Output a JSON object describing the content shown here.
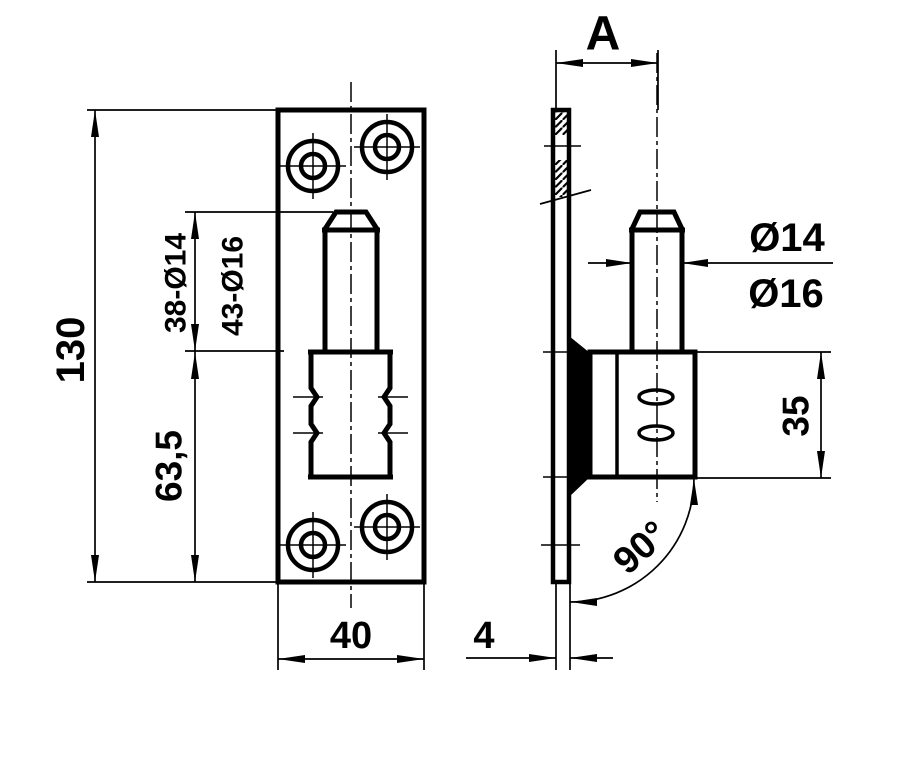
{
  "drawing": {
    "type": "technical-drawing",
    "views": [
      "front-view-plate-with-pin",
      "side-view-section"
    ],
    "colors": {
      "line": "#000000",
      "background": "#ffffff"
    },
    "labels": {
      "height": "130",
      "pin_variant_1": "38-Ø14",
      "pin_variant_2": "43-Ø16",
      "lower_height": "63,5",
      "width": "40",
      "offset": "A",
      "pin_dia_1": "Ø14",
      "pin_dia_2": "Ø16",
      "sleeve_height": "35",
      "angle": "90°",
      "plate_thickness": "4"
    }
  }
}
